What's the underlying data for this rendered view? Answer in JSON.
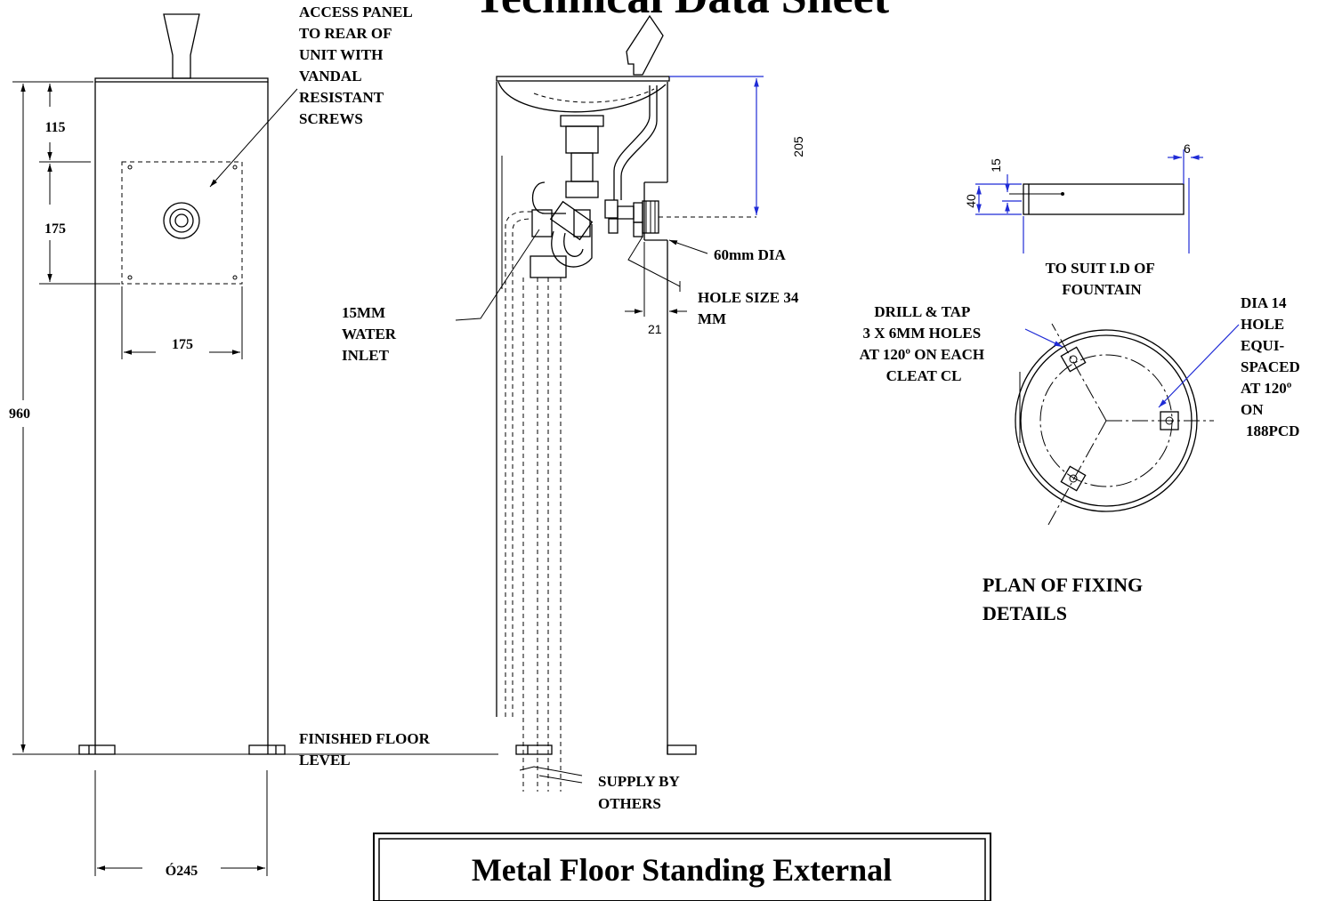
{
  "document_title": "Technical Data Sheet",
  "product_title": "Metal Floor Standing External",
  "colors": {
    "ink": "#000000",
    "dimension_blue": "#1f2bd6"
  },
  "front_view": {
    "dim_top": "115",
    "dim_panel_height": "175",
    "dim_panel_width": "175",
    "dim_total_height": "960",
    "dim_base_diameter": "Ó245",
    "access_panel_note": [
      "ACCESS PANEL",
      "TO REAR OF",
      "UNIT WITH",
      "VANDAL",
      "RESISTANT",
      "SCREWS"
    ],
    "floor_note": [
      "FINISHED FLOOR",
      "LEVEL"
    ]
  },
  "side_view": {
    "dim_outlet_height": "205",
    "dim_offset": "21",
    "note_dia": "60mm DIA",
    "note_hole": [
      "HOLE SIZE 34",
      "MM"
    ],
    "note_inlet": [
      "15MM",
      "WATER",
      "INLET"
    ],
    "note_supply": [
      "SUPPLY BY",
      "OTHERS"
    ]
  },
  "fixing_details": {
    "dim_15": "15",
    "dim_40": "40",
    "dim_6": "6",
    "note_suit": [
      "TO SUIT I.D OF",
      "FOUNTAIN"
    ],
    "note_drill": [
      "DRILL & TAP",
      "3 X 6MM HOLES",
      "AT 120º ON EACH",
      "CLEAT CL"
    ],
    "note_dia14": [
      "DIA 14",
      "HOLE",
      "EQUI-",
      "SPACED",
      "AT 120º",
      "ON",
      "188PCD"
    ],
    "plan_title": [
      "PLAN OF FIXING",
      "DETAILS"
    ]
  }
}
